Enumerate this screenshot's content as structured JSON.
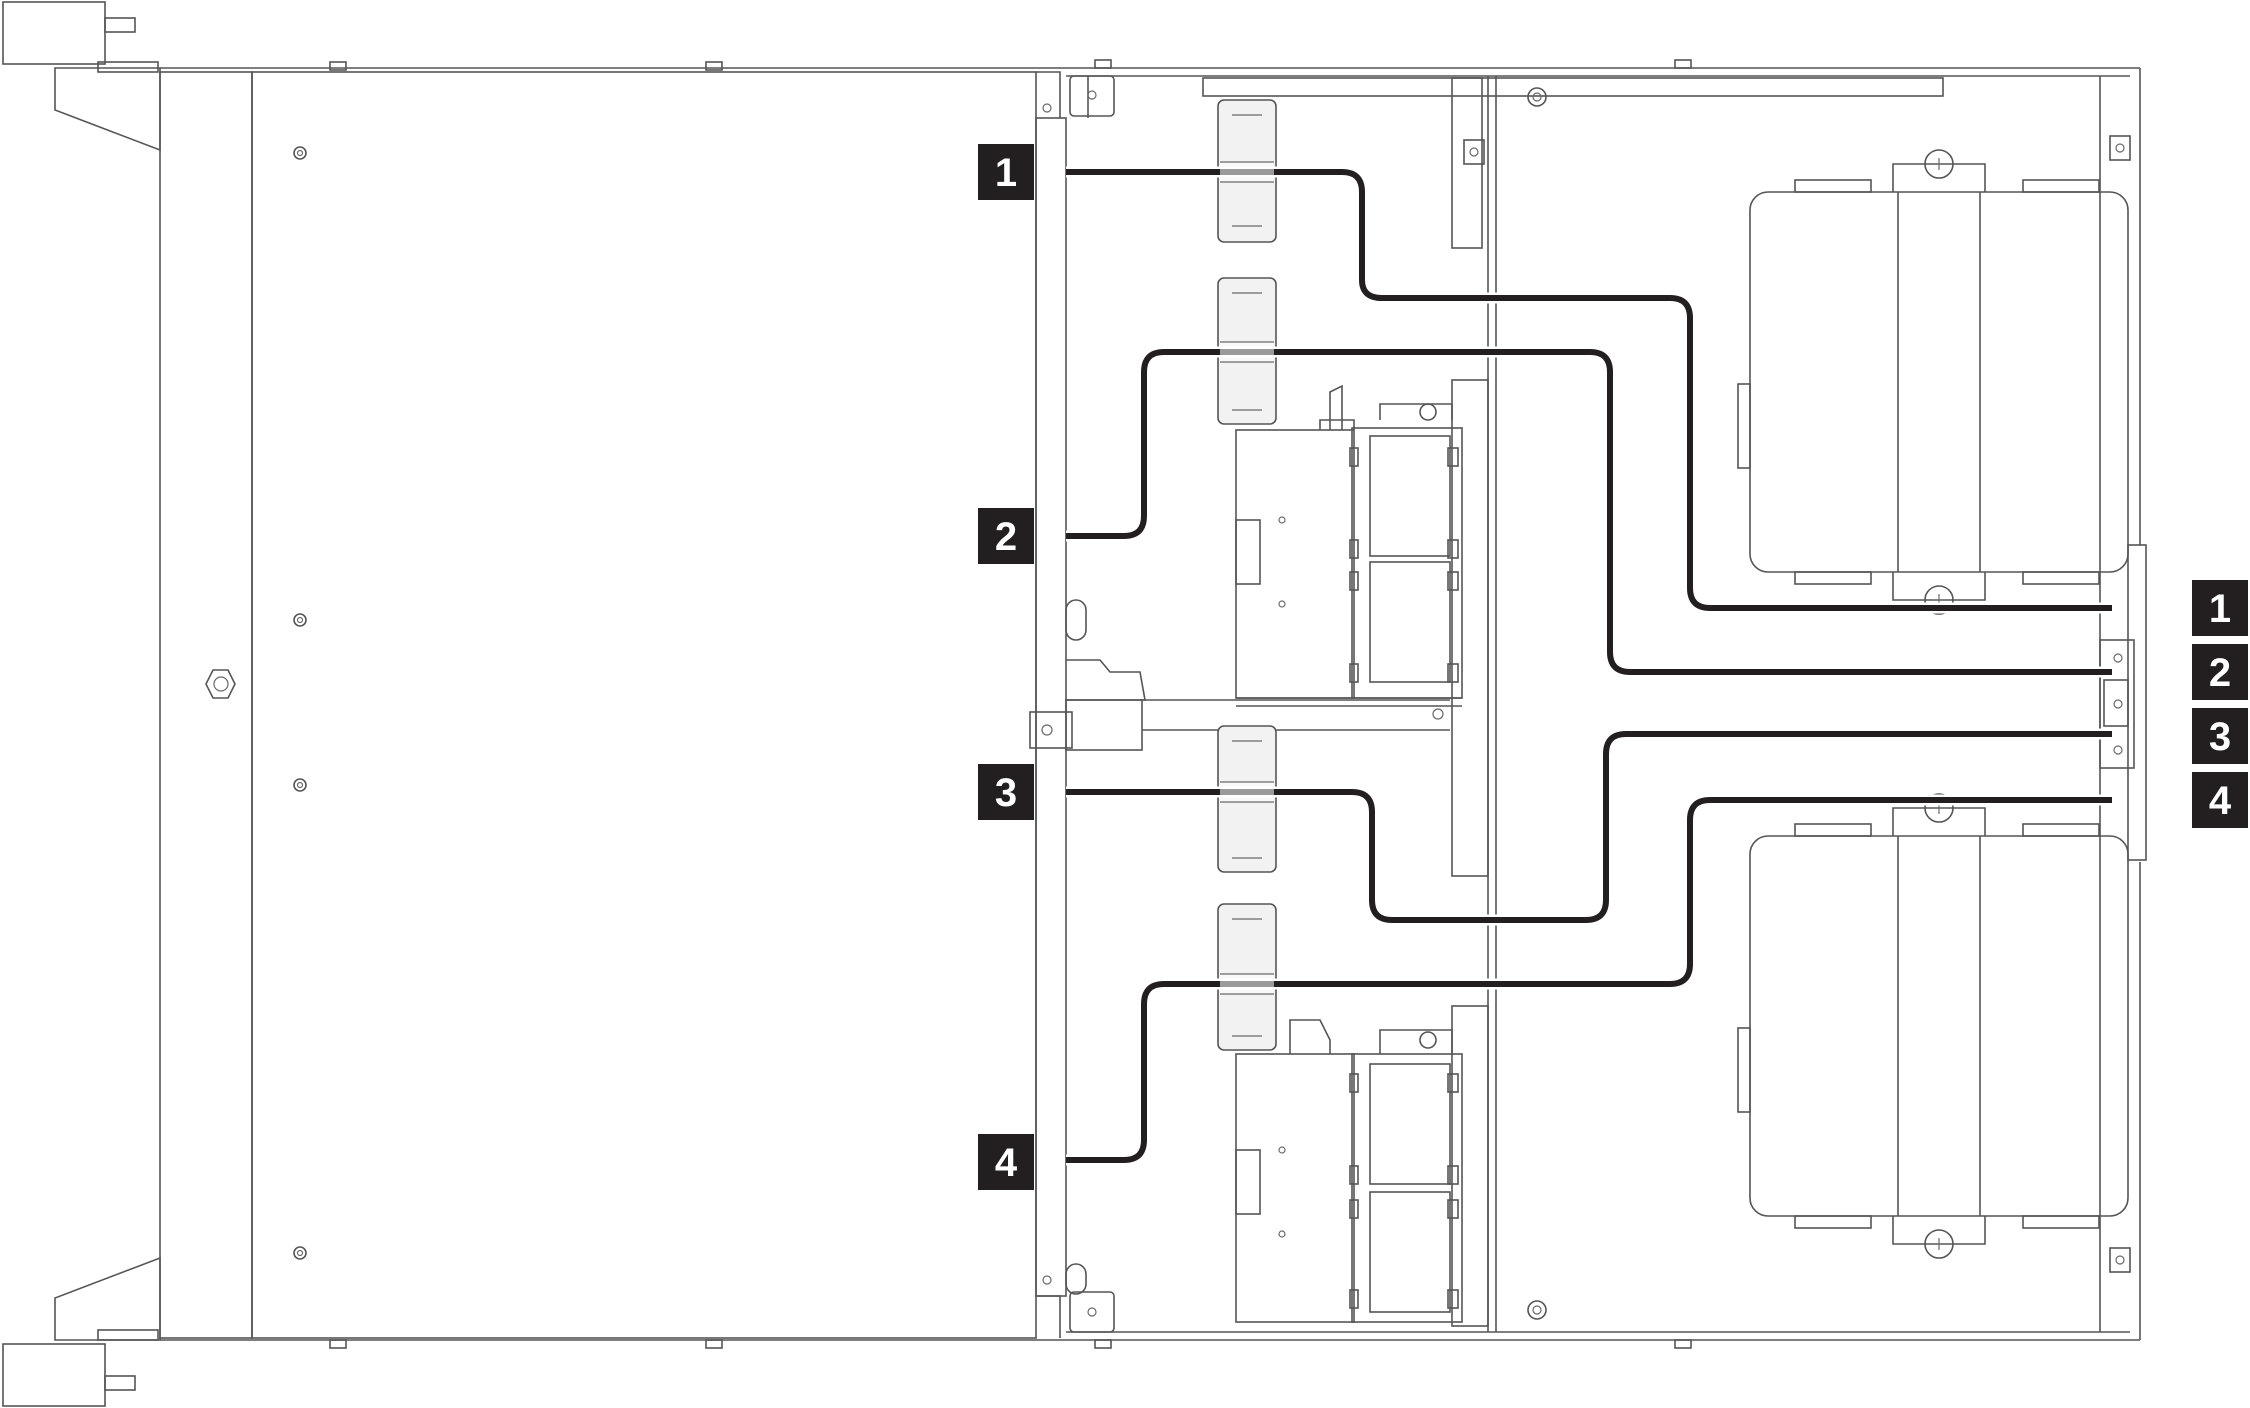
{
  "callouts_left": [
    {
      "label": "1"
    },
    {
      "label": "2"
    },
    {
      "label": "3"
    },
    {
      "label": "4"
    }
  ],
  "callouts_right": [
    {
      "label": "1"
    },
    {
      "label": "2"
    },
    {
      "label": "3"
    },
    {
      "label": "4"
    }
  ],
  "colors": {
    "cable": "#231f20",
    "callout_background": "#231f20",
    "callout_text": "#ffffff",
    "outline": "#555555"
  }
}
